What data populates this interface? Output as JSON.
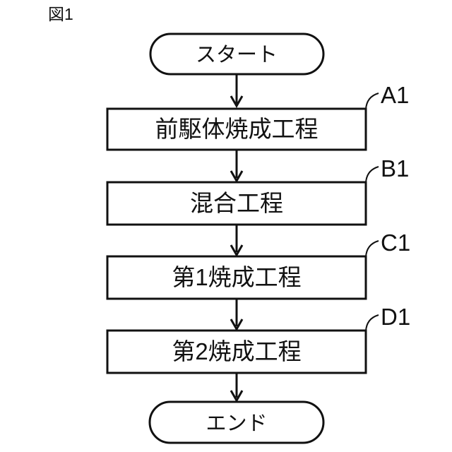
{
  "figure_label": "図1",
  "flowchart": {
    "start": {
      "text": "スタート"
    },
    "steps": [
      {
        "ref": "A1",
        "text": "前駆体焼成工程"
      },
      {
        "ref": "B1",
        "text": "混合工程"
      },
      {
        "ref": "C1",
        "text": "第1焼成工程"
      },
      {
        "ref": "D1",
        "text": "第2焼成工程"
      }
    ],
    "end": {
      "text": "エンド"
    }
  },
  "colors": {
    "line": "#111111",
    "background": "#ffffff"
  }
}
